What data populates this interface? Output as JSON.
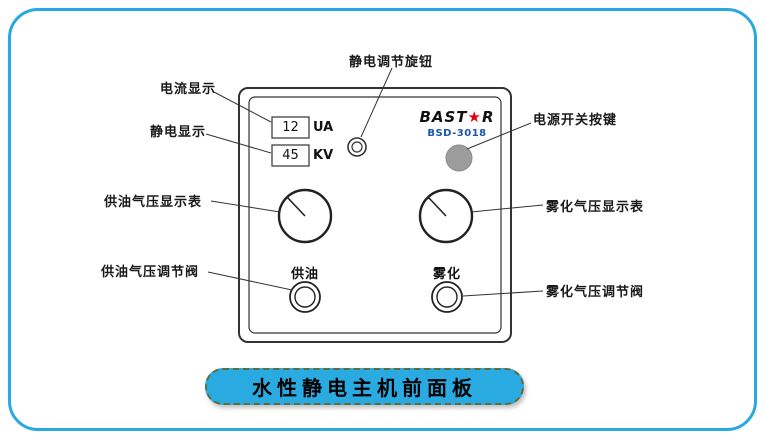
{
  "title": "水性静电主机前面板",
  "annotations": {
    "knob": "静电调节旋钮",
    "current_display": "电流显示",
    "static_display": "静电显示",
    "power_button": "电源开关按键",
    "oil_pressure_gauge": "供油气压显示表",
    "atomizing_pressure_gauge": "雾化气压显示表",
    "oil_pressure_valve": "供油气压调节阀",
    "atomizing_pressure_valve": "雾化气压调节阀"
  },
  "display": {
    "current_value": "12",
    "current_unit": "UA",
    "voltage_value": "45",
    "voltage_unit": "KV"
  },
  "brand": {
    "name_prefix": "BAST",
    "star": "★",
    "name_suffix": "R",
    "model": "BSD-3018"
  },
  "valve_labels": {
    "oil": "供油",
    "atomize": "雾化"
  },
  "colors": {
    "frame_border": "#2aa9e0",
    "title_fill": "#29abe2",
    "title_dash": "#5f6b3a",
    "power_button_fill": "#9c9c9c",
    "logo_star": "#e60012",
    "model_text": "#1a56a8",
    "line_ink": "#333333"
  }
}
